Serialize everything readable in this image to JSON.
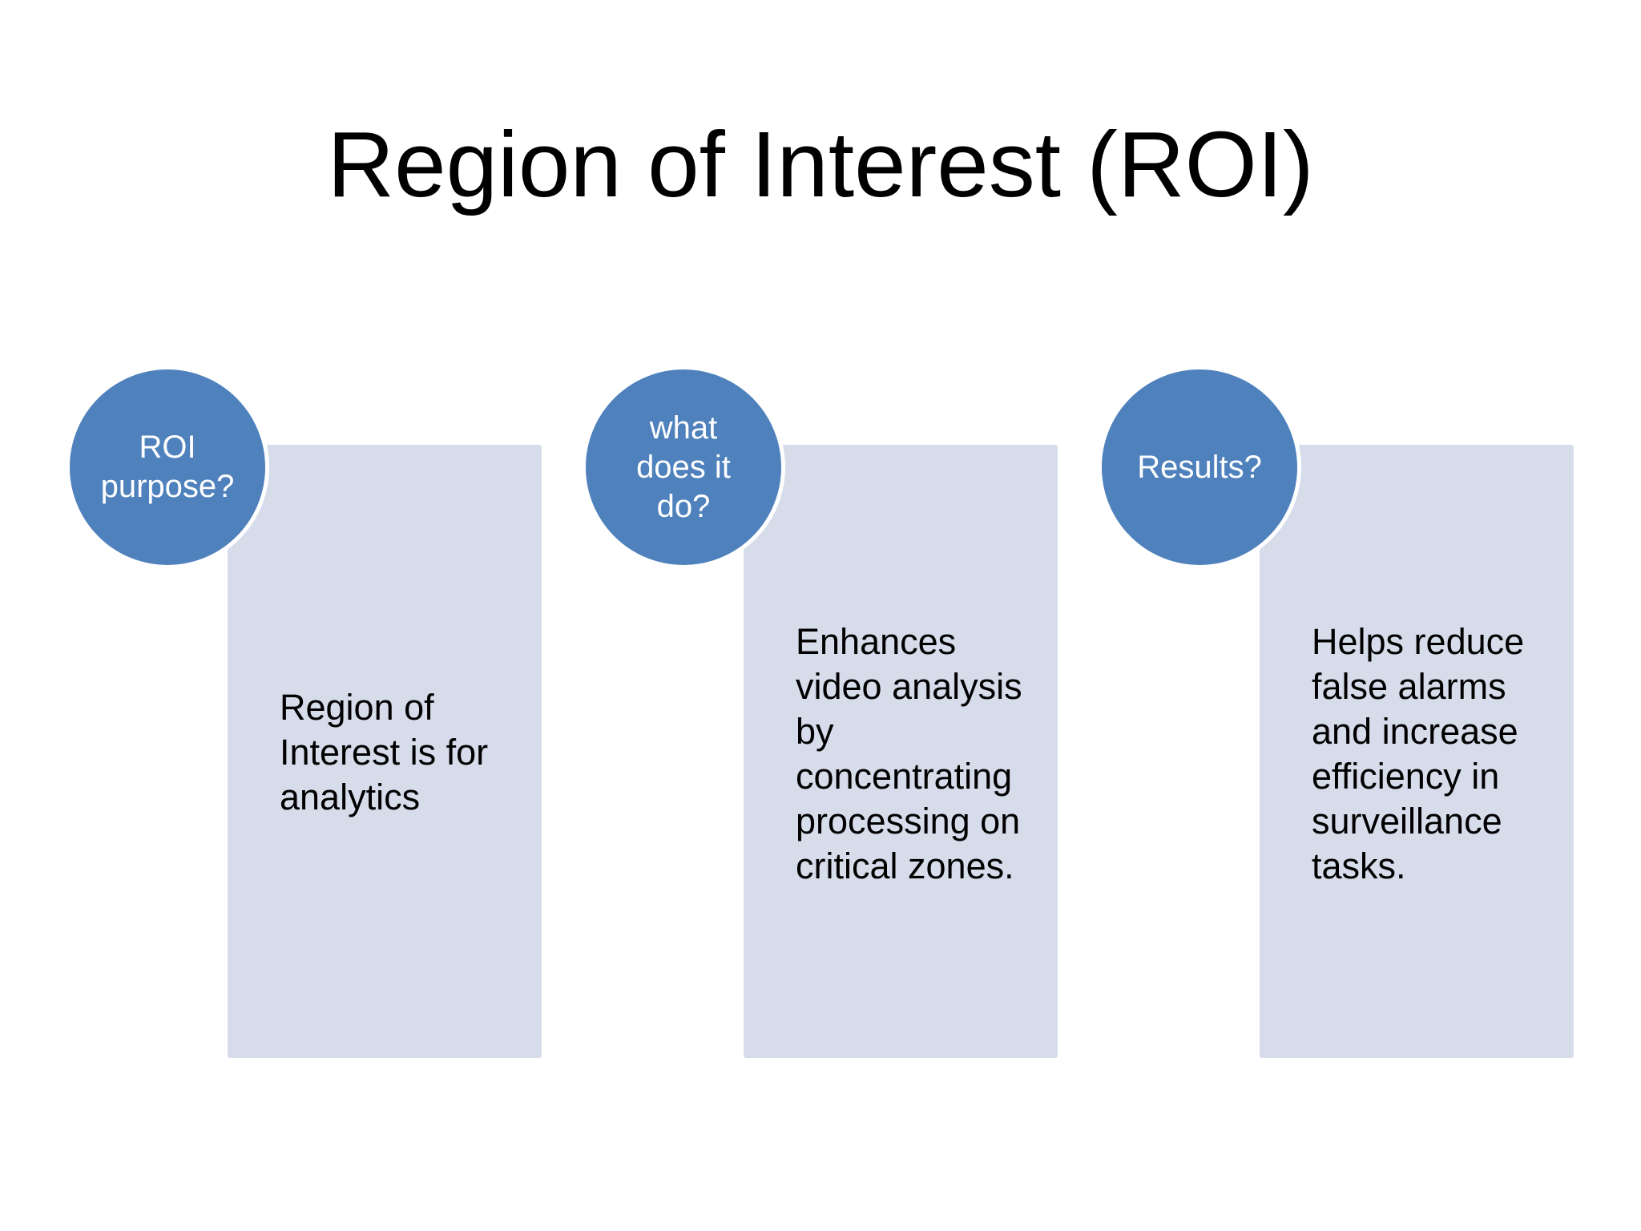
{
  "title": "Region of Interest (ROI)",
  "items": [
    {
      "question": "ROI\npurpose?",
      "answer": "Region of Interest is for analytics"
    },
    {
      "question": "what\ndoes it\ndo?",
      "answer": "Enhances video analysis by concentrating processing on critical zones."
    },
    {
      "question": "Results?",
      "answer": "Helps reduce false alarms and increase efficiency in surveillance tasks."
    }
  ],
  "colors": {
    "circle_fill": "#4f81bd",
    "panel_fill": "#d6dcea",
    "circle_border": "#ffffff"
  }
}
